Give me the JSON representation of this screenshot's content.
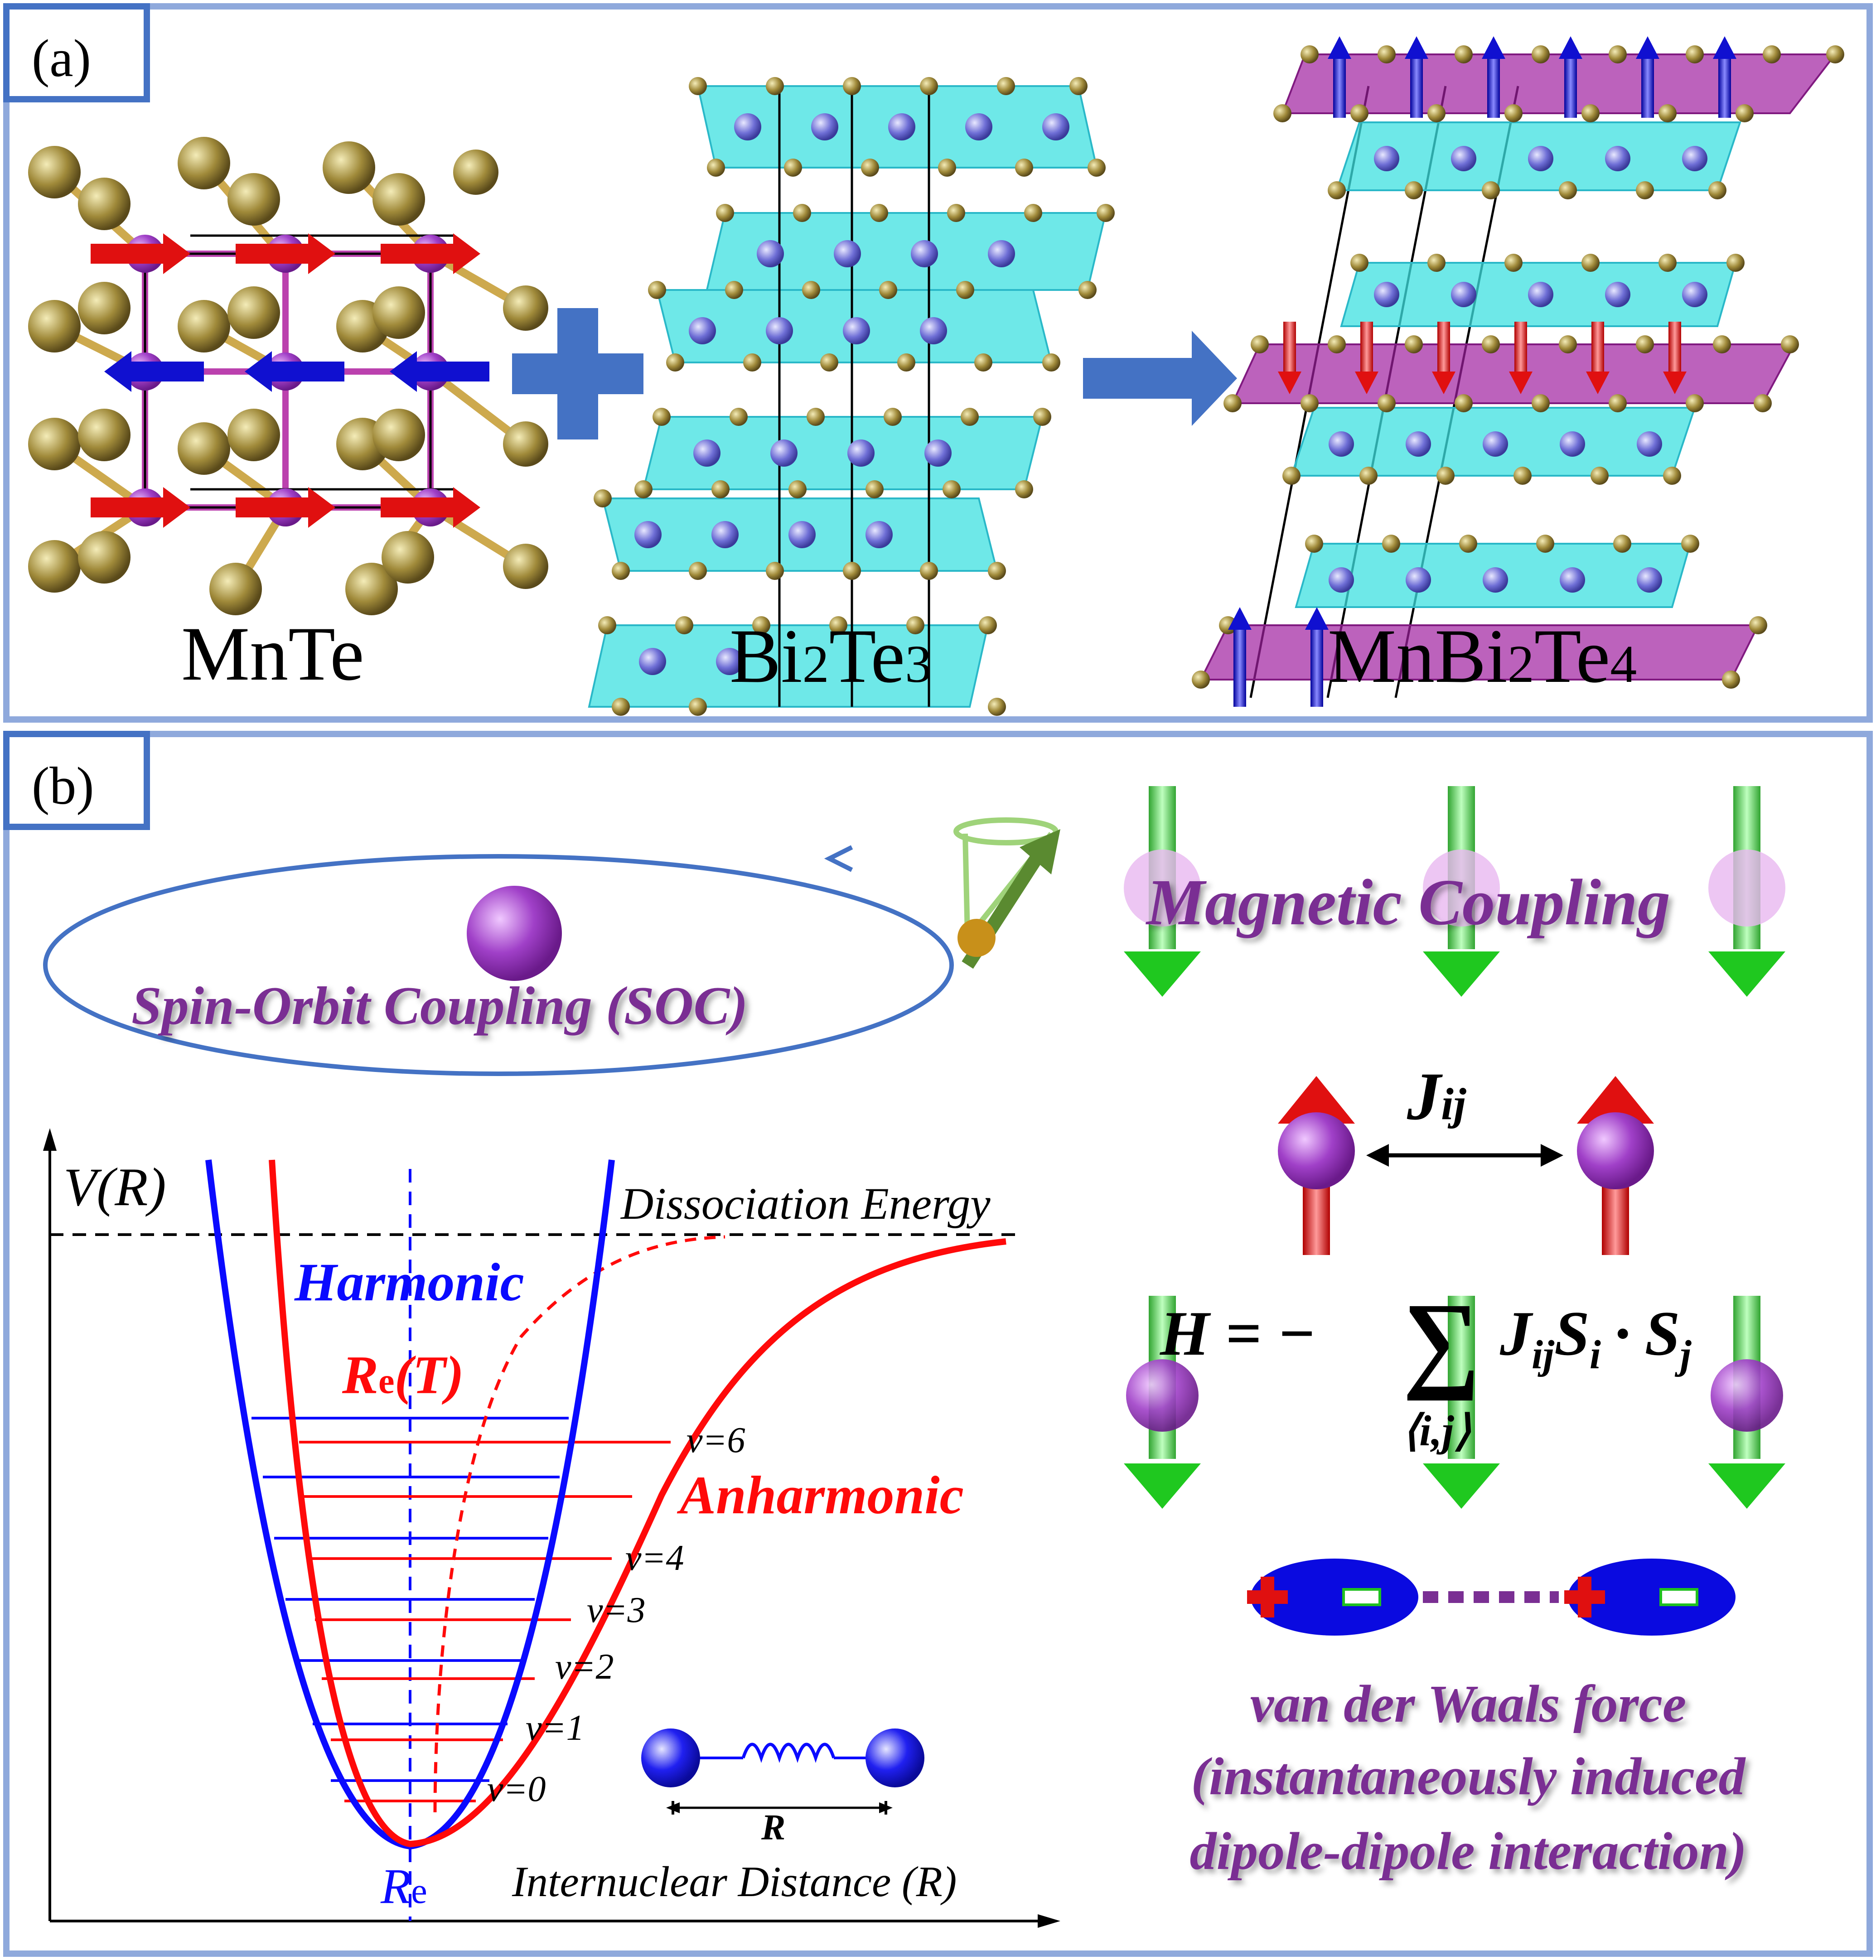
{
  "panel_a": {
    "label": "(a)",
    "materials": [
      {
        "name": "MnTe",
        "sub": ""
      },
      {
        "base": "Bi",
        "sub1": "2",
        "mid": "Te",
        "sub2": "3"
      },
      {
        "base": "MnBi",
        "sub1": "2",
        "mid": "Te",
        "sub2": "4"
      }
    ]
  },
  "panel_b": {
    "label": "(b)",
    "soc_label": "Spin-Orbit Coupling (SOC)",
    "magnetic_label": "Magnetic Coupling",
    "exchange_symbol": "J",
    "exchange_sub": "ij",
    "hamiltonian": {
      "lhs": "H = −",
      "sum": "∑",
      "sum_under": "⟨i,j⟩",
      "term_J": "J",
      "term_J_sub": "ij",
      "term_S": "S",
      "term_S_sub_i": "i",
      "dot": "·",
      "term_S_sub_j": "j"
    },
    "vdw_label_1": "van der Waals force",
    "vdw_label_2": "(instantaneously induced",
    "vdw_label_3": "dipole-dipole interaction)",
    "potential": {
      "y_axis": "V(R)",
      "x_axis": "Internuclear Distance (R)",
      "dissociation": "Dissociation Energy",
      "harmonic": "Harmonic",
      "anharmonic": "Anharmonic",
      "re_t_base": "R",
      "re_t_sub": "e",
      "re_t_paren": "(T)",
      "re_base": "R",
      "re_sub": "e",
      "spring_label": "R",
      "levels": [
        "ν=0",
        "ν=1",
        "ν=2",
        "ν=3",
        "ν=4",
        "ν=6"
      ]
    }
  },
  "colors": {
    "frame": "#8fa9dc",
    "label_box": "#4472c4",
    "arrow_blue": "#4472c4",
    "harmonic": "#0a0aff",
    "anharmonic": "#ff0a0a",
    "title_purple": "#7a2f93",
    "cyan_layer": "#3ee0e0",
    "magenta_layer": "#a020a0"
  }
}
